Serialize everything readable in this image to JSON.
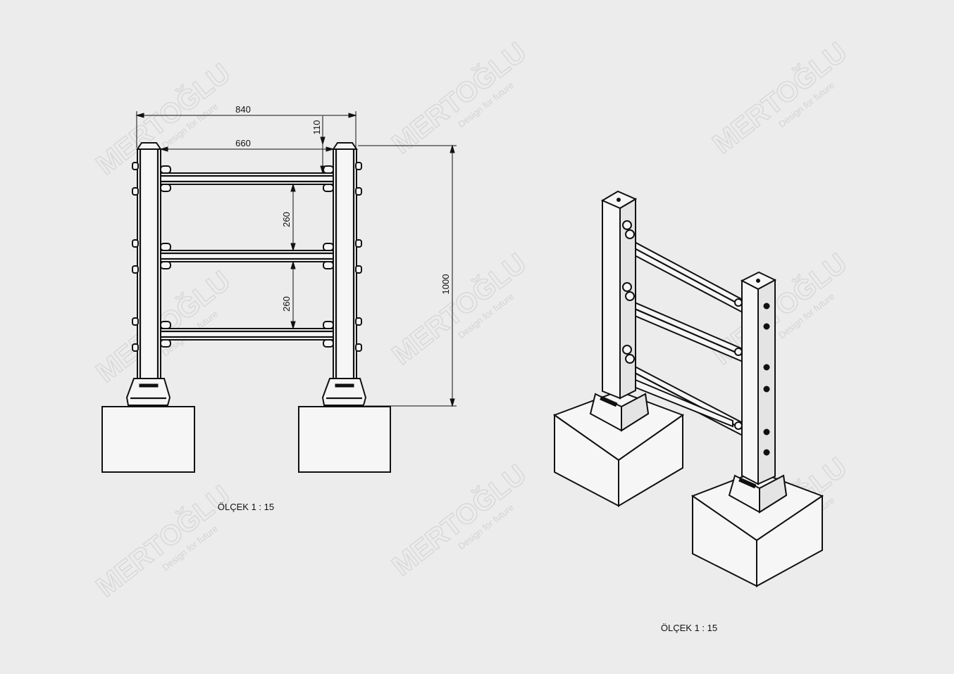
{
  "watermark": {
    "brand": "MERTOĞLU",
    "tagline": "Design for future"
  },
  "front_view": {
    "dimensions": {
      "overall_width": "840",
      "inner_width": "660",
      "top_offset": "110",
      "spacing_upper": "260",
      "spacing_lower": "260",
      "height": "1000"
    },
    "scale_label": "ÖLÇEK 1 : 15"
  },
  "iso_view": {
    "scale_label": "ÖLÇEK 1 : 15"
  },
  "colors": {
    "background": "#ececec",
    "line": "#111111",
    "watermark": "#d6d6d6"
  }
}
